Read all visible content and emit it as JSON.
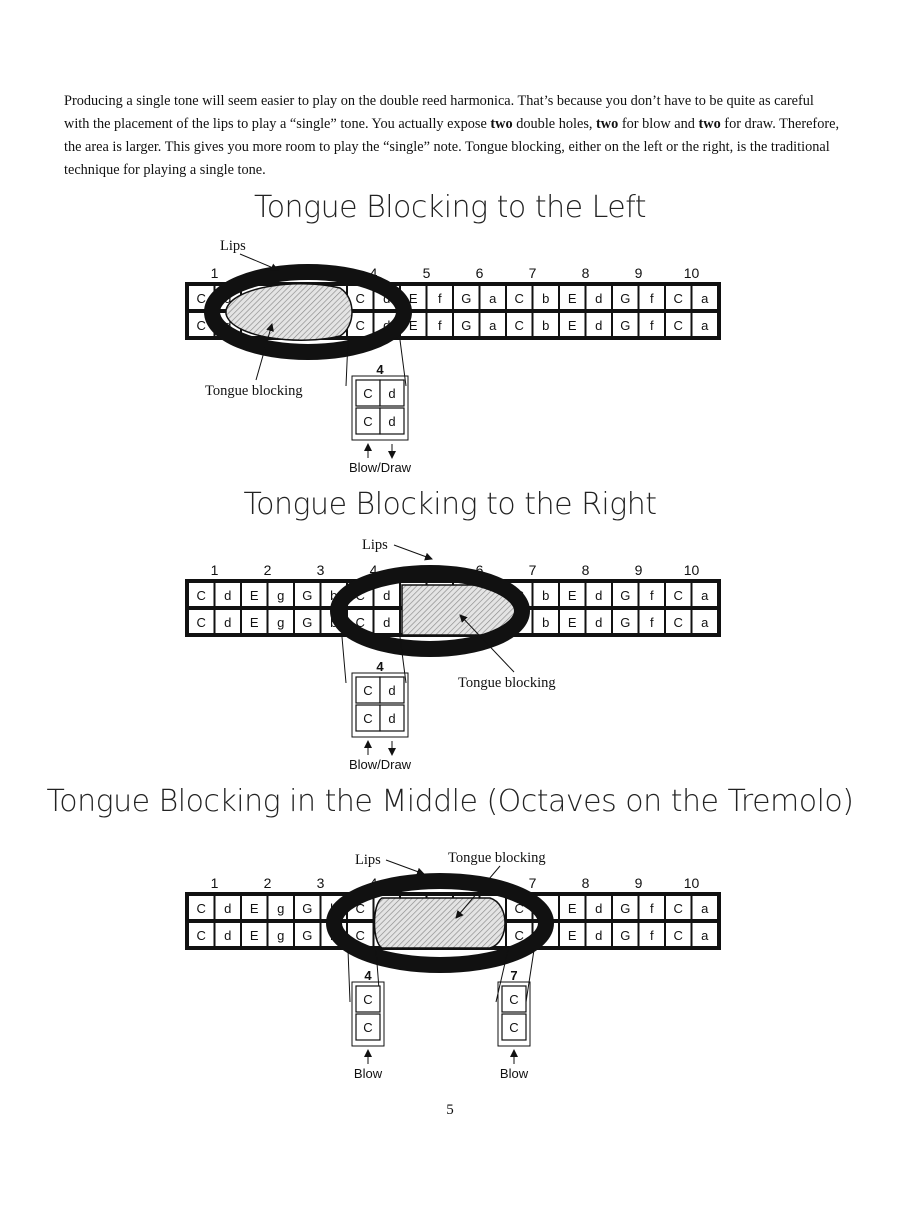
{
  "intro": {
    "s1": "Producing a single tone will seem easier to play on the double reed harmonica. That’s because you don’t have to be quite as careful with the placement of the lips to play a “single” tone. You actually expose ",
    "b1": "two",
    "s2": " double holes, ",
    "b2": "two",
    "s3": " for blow and ",
    "b3": "two",
    "s4": " for draw. Therefore, the area is larger. This gives you more room to play the “single” note. Tongue blocking, either on the left or the right, is the traditional technique for playing a single tone."
  },
  "hole_numbers": [
    "1",
    "2",
    "3",
    "4",
    "5",
    "6",
    "7",
    "8",
    "9",
    "10"
  ],
  "blow_row": [
    "C",
    "d",
    "E",
    "g",
    "G",
    "b",
    "C",
    "d",
    "E",
    "f",
    "G",
    "a",
    "C",
    "b",
    "E",
    "d",
    "G",
    "f",
    "C",
    "a"
  ],
  "draw_row": [
    "C",
    "d",
    "E",
    "g",
    "G",
    "b",
    "C",
    "d",
    "E",
    "f",
    "G",
    "a",
    "C",
    "b",
    "E",
    "d",
    "G",
    "f",
    "C",
    "a"
  ],
  "diagrams": [
    {
      "title": "Tongue Blocking to the Left",
      "lips_label": "Lips",
      "tongue_label": "Tongue  blocking",
      "zoom_hole": "4",
      "zoom_blow": [
        "C",
        "d"
      ],
      "zoom_draw": [
        "C",
        "d"
      ],
      "arrow_label": "Blow/Draw"
    },
    {
      "title": "Tongue Blocking to the Right",
      "lips_label": "Lips",
      "tongue_label": "Tongue  blocking",
      "zoom_hole": "4",
      "zoom_blow": [
        "C",
        "d"
      ],
      "zoom_draw": [
        "C",
        "d"
      ],
      "arrow_label": "Blow/Draw"
    },
    {
      "title": "Tongue Blocking in the Middle (Octaves on the Tremolo)",
      "lips_label": "Lips",
      "tongue_label": "Tongue  blocking",
      "zoom_left_hole": "4",
      "zoom_left": [
        "C",
        "C"
      ],
      "zoom_right_hole": "7",
      "zoom_right": [
        "C",
        "C"
      ],
      "arrow_label_left": "Blow",
      "arrow_label_right": "Blow"
    }
  ],
  "page_number": "5"
}
